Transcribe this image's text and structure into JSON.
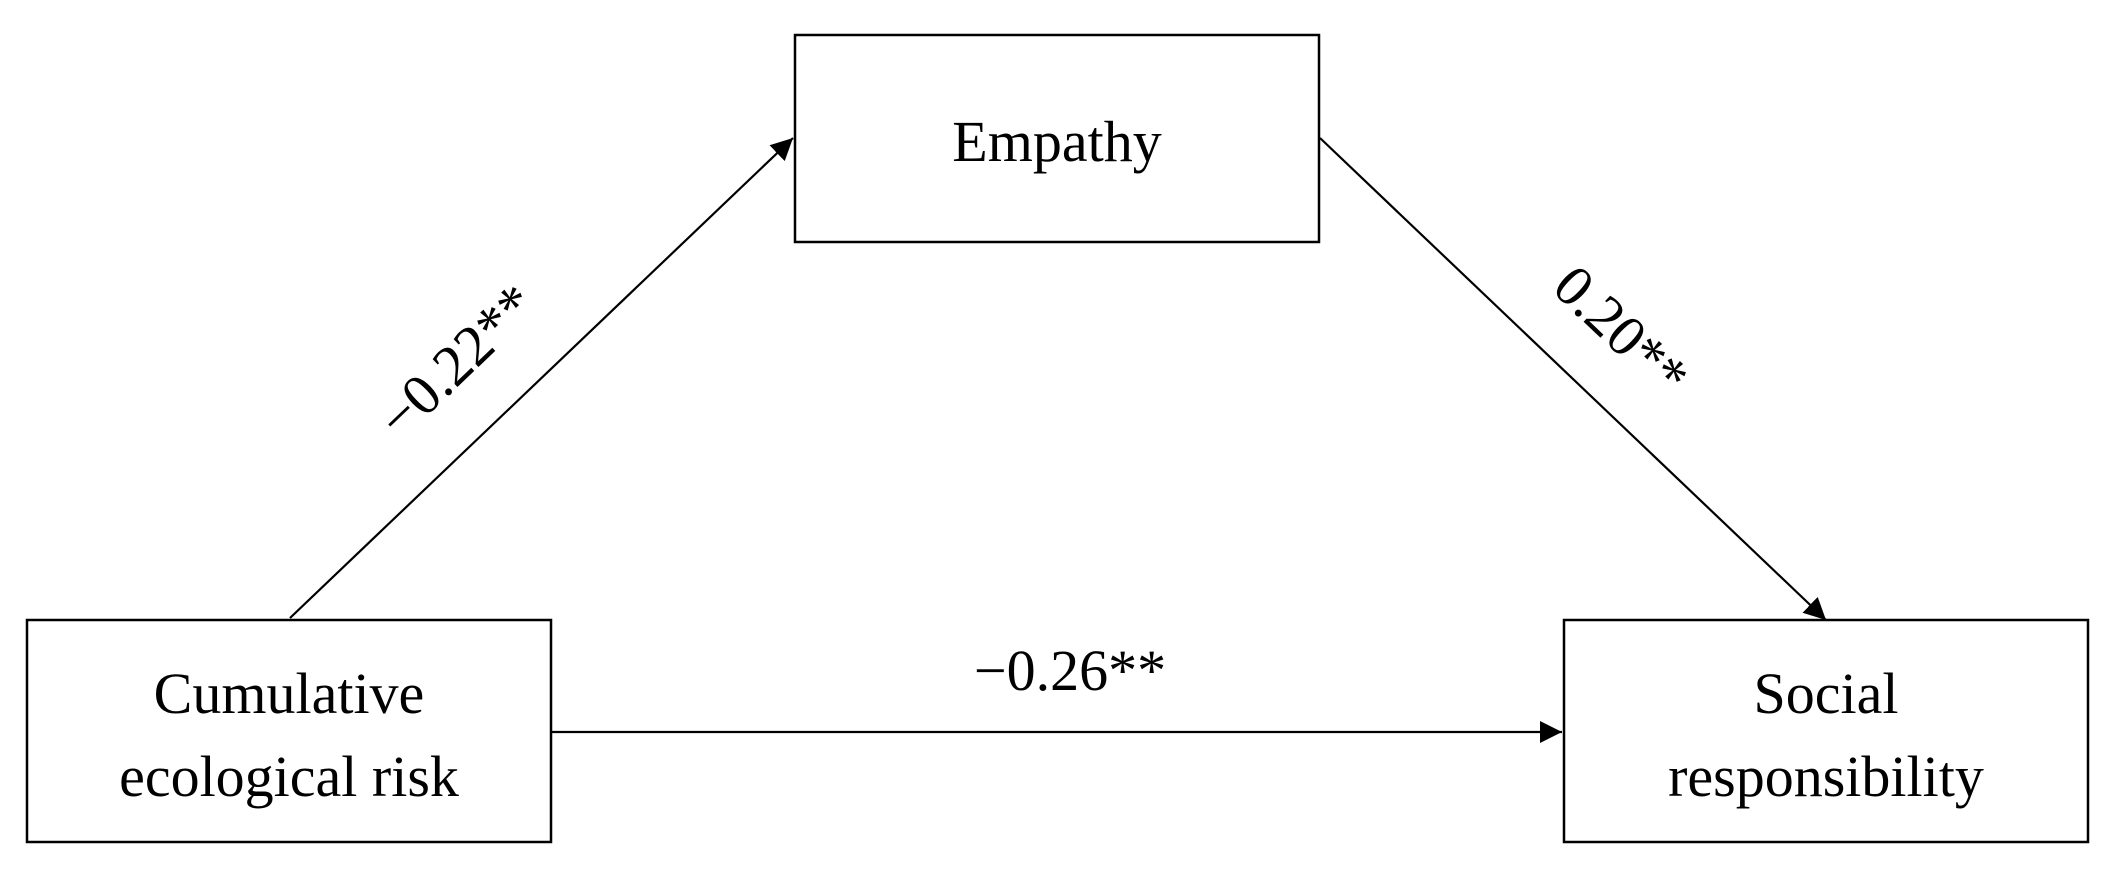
{
  "nodes": {
    "empathy": {
      "lines": [
        "Empathy"
      ]
    },
    "cumulative_risk": {
      "lines": [
        "Cumulative",
        "ecological risk"
      ]
    },
    "social_responsibility": {
      "lines": [
        "Social",
        "responsibility"
      ]
    }
  },
  "edges": {
    "risk_to_empathy": {
      "label": "−0.22**"
    },
    "empathy_to_responsibility": {
      "label": "0.20**"
    },
    "risk_to_responsibility": {
      "label": "−0.26**"
    }
  },
  "colors": {
    "stroke": "#000000",
    "background": "#ffffff"
  }
}
